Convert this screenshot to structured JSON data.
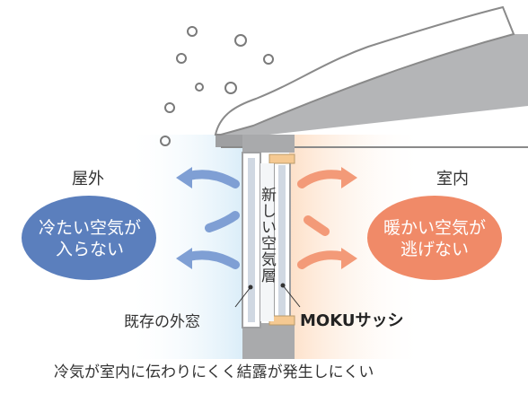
{
  "labels": {
    "outside": "屋外",
    "inside": "室内",
    "cold_air": "冷たい空気が入らない",
    "cold_air_line1": "冷たい空気が",
    "cold_air_line2": "入らない",
    "warm_air_line1": "暖かい空気が",
    "warm_air_line2": "逃げない",
    "air_layer": "新しい空気層",
    "existing_window": "既存の外窓",
    "moku_sash": "MOKUサッシ",
    "caption": "冷気が室内に伝わりにくく結露が発生しにくい"
  },
  "colors": {
    "cold_bubble": "#5b7fbd",
    "warm_bubble": "#f08a68",
    "cold_arrow": "#7f9fd4",
    "warm_arrow": "#f39a78",
    "wall": "#a9aaac",
    "roof_outline": "#8a8a8a"
  }
}
